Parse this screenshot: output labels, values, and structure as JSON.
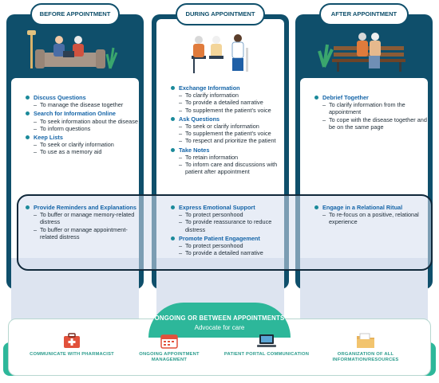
{
  "columns": [
    {
      "title": "BEFORE APPOINTMENT",
      "top_items": [
        {
          "heading": "Discuss Questions",
          "subs": [
            "To manage the disease together"
          ]
        },
        {
          "heading": "Search for Information Online",
          "subs": [
            "To seek information about the disease",
            "To inform questions"
          ]
        },
        {
          "heading": "Keep Lists",
          "subs": [
            "To seek or clarify information",
            "To use as a memory aid"
          ]
        }
      ],
      "band_items": [
        {
          "heading": "Provide Reminders and Explanations",
          "subs": [
            "To buffer or manage memory-related distress",
            "To buffer or manage appointment-related distress"
          ]
        }
      ]
    },
    {
      "title": "DURING APPOINTMENT",
      "top_items": [
        {
          "heading": "Exchange Information",
          "subs": [
            "To clarify information",
            "To provide a detailed narrative",
            "To supplement the patient's voice"
          ]
        },
        {
          "heading": "Ask Questions",
          "subs": [
            "To seek or clarify information",
            "To supplement the patient's voice",
            "To respect and prioritize the patient"
          ]
        },
        {
          "heading": "Take Notes",
          "subs": [
            "To retain information",
            "To inform care and discussions with patient after appointment"
          ]
        }
      ],
      "band_items": [
        {
          "heading": "Express Emotional Support",
          "subs": [
            "To protect personhood",
            "To provide reassurance to reduce distress"
          ]
        },
        {
          "heading": "Promote Patient Engagement",
          "subs": [
            "To protect personhood",
            "To provide a detailed narrative"
          ]
        }
      ]
    },
    {
      "title": "AFTER APPOINTMENT",
      "top_items": [
        {
          "heading": "Debrief Together",
          "subs": [
            "To clarify information from the appointment",
            "To cope with the disease together and be on the same page"
          ]
        }
      ],
      "band_items": [
        {
          "heading": "Engage in a Relational Ritual",
          "subs": [
            "To re-focus on a positive, relational experience"
          ]
        }
      ]
    }
  ],
  "ongoing": {
    "title": "ONGOING OR BETWEEN APPOINTMENTS",
    "subtitle": "Advocate for care"
  },
  "bottom_items": [
    {
      "label": "COMMUNICATE WITH PHARMACIST",
      "icon": "first-aid-kit-icon"
    },
    {
      "label": "ONGOING APPOINTMENT MANAGEMENT",
      "icon": "calendar-icon"
    },
    {
      "label": "PATIENT PORTAL COMMUNICATION",
      "icon": "laptop-icon"
    },
    {
      "label": "ORGANIZATION OF ALL INFORMATION/RESOURCES",
      "icon": "folder-icon"
    }
  ],
  "colors": {
    "navy": "#0f4f6b",
    "teal": "#2db79a",
    "heading_blue": "#1565a8",
    "band": "#dde4f0"
  }
}
